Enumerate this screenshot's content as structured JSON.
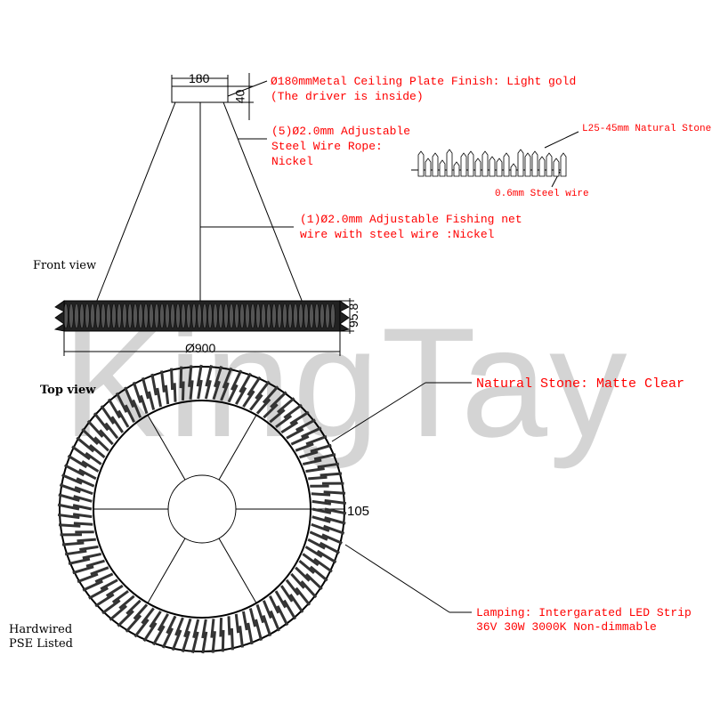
{
  "watermark": "KingTay",
  "dimensions": {
    "plate_width": "180",
    "plate_height": "40",
    "height": "95.8",
    "diameter": "Ø900",
    "ring_width": "105"
  },
  "labels": {
    "ceiling_plate_1": "Ø180mmMetal Ceiling Plate Finish: Light gold",
    "ceiling_plate_2": "(The driver is inside)",
    "wire_rope_1": "(5)Ø2.0mm Adjustable",
    "wire_rope_2": "Steel Wire Rope:",
    "wire_rope_3": "Nickel",
    "fishing_1": "(1)Ø2.0mm  Adjustable Fishing net",
    "fishing_2": "wire with steel wire :Nickel",
    "stone_length": "L25-45mm Natural Stone",
    "steel_wire": "0.6mm Steel wire",
    "natural_stone": "Natural Stone: Matte Clear",
    "lamping_1": "Lamping: Intergarated LED Strip",
    "lamping_2": "36V 30W 3000K Non-dimmable",
    "front_view": "Front view",
    "top_view": "Top view",
    "hardwired": "Hardwired",
    "pse": "PSE Listed"
  },
  "colors": {
    "annotation": "#ff0000",
    "watermark": "#d4d4d4"
  }
}
